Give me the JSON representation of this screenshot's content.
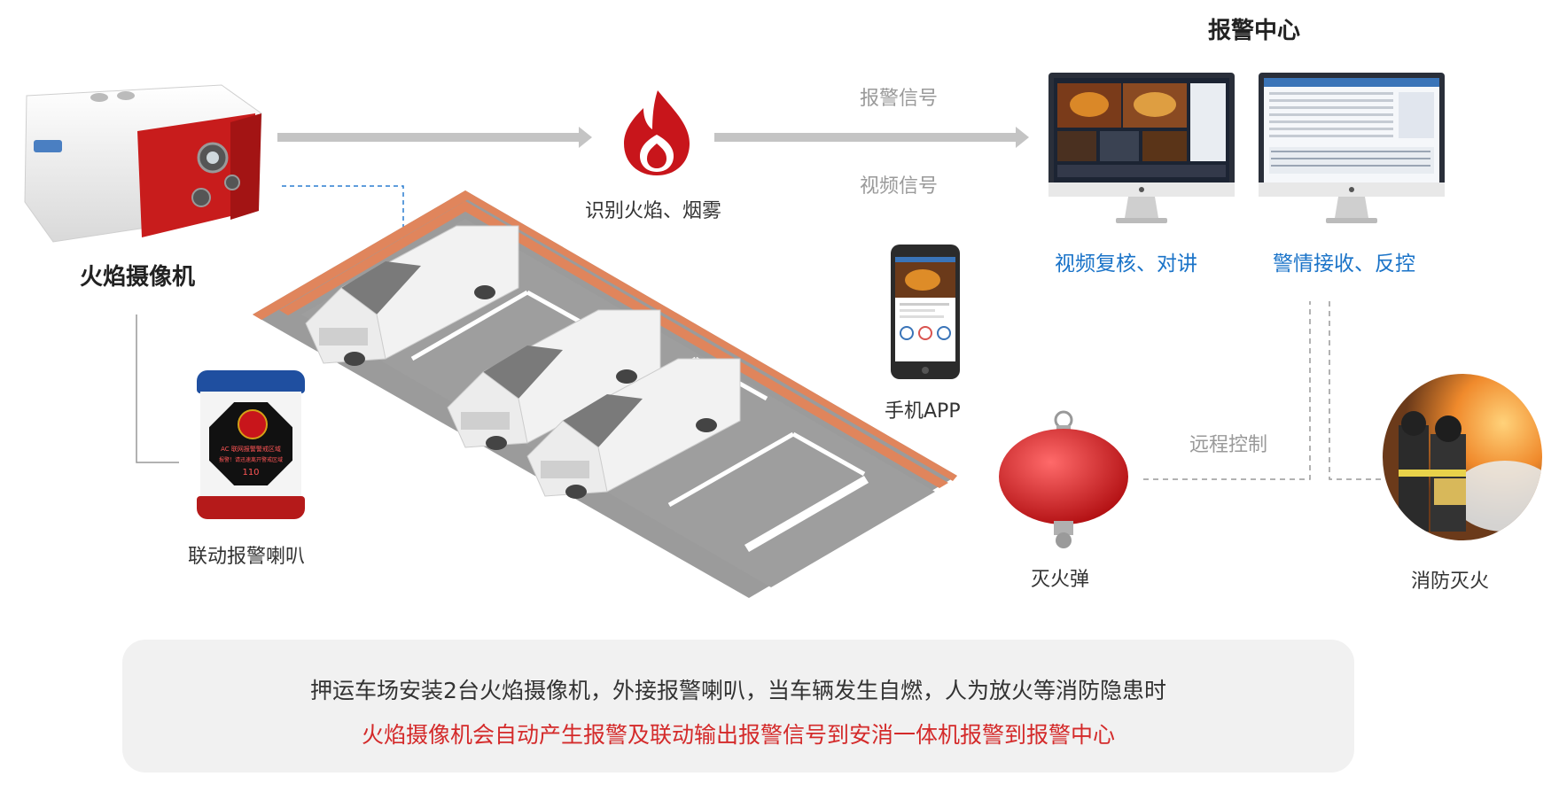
{
  "labels": {
    "camera": "火焰摄像机",
    "flame": "识别火焰、烟雾",
    "alarm_signal": "报警信号",
    "video_signal": "视频信号",
    "center_title": "报警中心",
    "video_review": "视频复核、对讲",
    "alert_receive": "警情接收、反控",
    "phone_app": "手机APP",
    "speaker": "联动报警喇叭",
    "remote_control": "远程控制",
    "extinguisher": "灭火弹",
    "firefighting": "消防灭火"
  },
  "speaker_badge": {
    "line1": "AC 联网报警警戒区域",
    "line2": "报警！请迅速离开警戒区域",
    "number": "110"
  },
  "bottom": {
    "line1": "押运车场安装2台火焰摄像机，外接报警喇叭，当车辆发生自燃，人为放火等消防隐患时",
    "line2": "火焰摄像机会自动产生报警及联动输出报警信号到安消一体机报警到报警中心"
  },
  "colors": {
    "accent_red": "#d42a2a",
    "label_blue": "#1a73c8",
    "arrow_gray": "#c4c4c4",
    "lot_orange": "#e0855c"
  }
}
